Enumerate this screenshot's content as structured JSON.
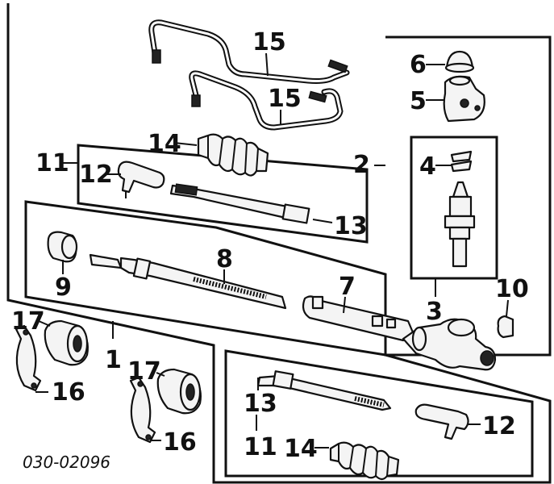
{
  "diagram": {
    "part_code": "030-02096",
    "callouts": [
      "15",
      "15",
      "14",
      "11",
      "12",
      "13",
      "8",
      "9",
      "7",
      "3",
      "2",
      "6",
      "5",
      "4",
      "10",
      "17",
      "16",
      "1",
      "17",
      "16",
      "13",
      "11",
      "12",
      "14"
    ]
  },
  "colors": {
    "ink": "#111111",
    "paper": "#ffffff"
  }
}
